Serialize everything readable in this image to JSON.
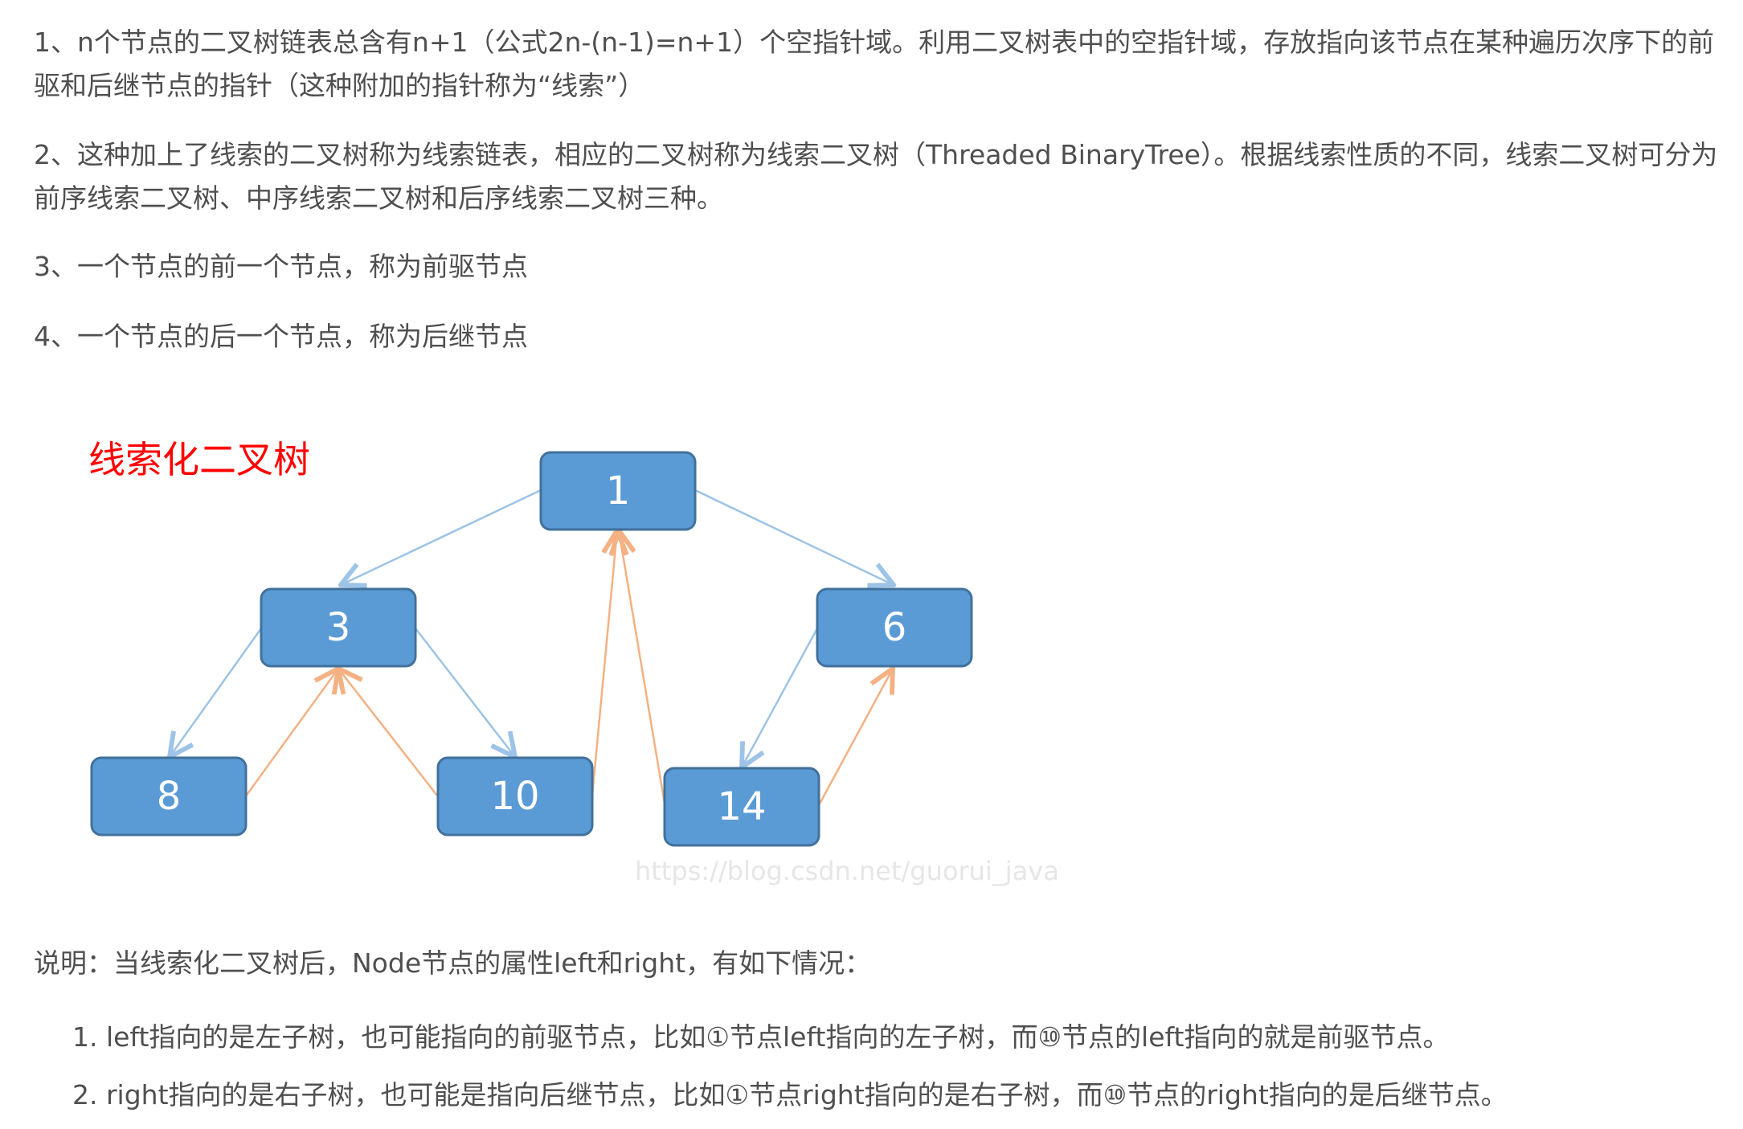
{
  "paragraphs": [
    "1、n个节点的二叉树链表总含有n+1（公式2n-(n-1)=n+1）个空指针域。利用二叉树表中的空指针域，存放指向该节点在某种遍历次序下的前驱和后继节点的指针（这种附加的指针称为“线索”）",
    "2、这种加上了线索的二叉树称为线索链表，相应的二叉树称为线索二叉树（Threaded BinaryTree）。根据线索性质的不同，线索二叉树可分为前序线索二叉树、中序线索二叉树和后序线索二叉树三种。",
    "3、一个节点的前一个节点，称为前驱节点",
    "4、一个节点的后一个节点，称为后继节点"
  ],
  "diagram": {
    "title": "线索化二叉树",
    "watermark": "https://blog.csdn.net/guorui_java",
    "colors": {
      "node_fill": "#5b9bd5",
      "node_stroke": "#41719c",
      "child_link": "#9dc3e6",
      "thread_link": "#f4b183",
      "title": "#ff0000"
    },
    "nodes": [
      {
        "id": "n1",
        "label": "1"
      },
      {
        "id": "n3",
        "label": "3"
      },
      {
        "id": "n6",
        "label": "6"
      },
      {
        "id": "n8",
        "label": "8"
      },
      {
        "id": "n10",
        "label": "10"
      },
      {
        "id": "n14",
        "label": "14"
      }
    ]
  },
  "note": "说明：当线索化二叉树后，Node节点的属性left和right，有如下情况：",
  "list": [
    "1. left指向的是左子树，也可能指向的前驱节点，比如①节点left指向的左子树，而⑩节点的left指向的就是前驱节点。",
    "2. right指向的是右子树，也可能是指向后继节点，比如①节点right指向的是右子树，而⑩节点的right指向的是后继节点。"
  ]
}
